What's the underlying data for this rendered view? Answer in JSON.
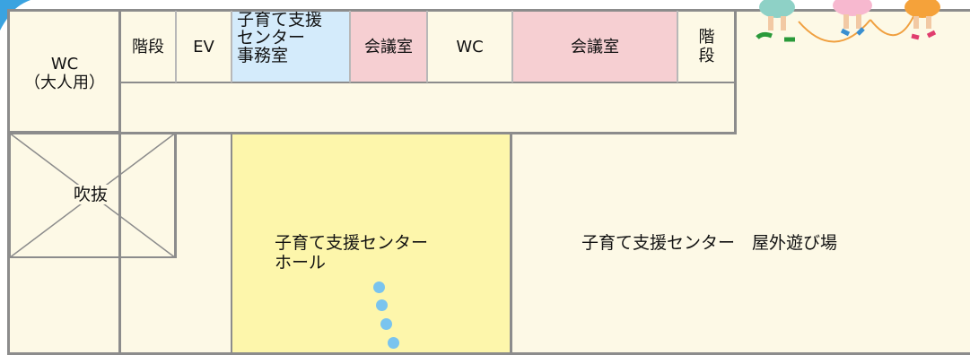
{
  "rooms": {
    "wc_adult": "WC\n（大人用）",
    "stairs_1": "階段",
    "ev": "EV",
    "office": "子育て支援\nセンター\n事務室",
    "meeting_1": "会議室",
    "wc": "WC",
    "meeting_2": "会議室",
    "stairs_2": "階\n段",
    "atrium": "吹抜",
    "hall": "子育て支援センター\nホール",
    "playground": "子育て支援センター　屋外遊び場"
  },
  "colors": {
    "corridor": "#fdf9e6",
    "meeting": "#f6cfd2",
    "office": "#d4ebfb",
    "hall": "#fdf6ab",
    "footprints": "#7ac4ee",
    "walls": "#8c8c8c"
  },
  "decorations": {
    "corner_shape": "blue-corner",
    "footprint_path": "footprint-dots",
    "illustration": "children-jump-rope-illustration"
  }
}
